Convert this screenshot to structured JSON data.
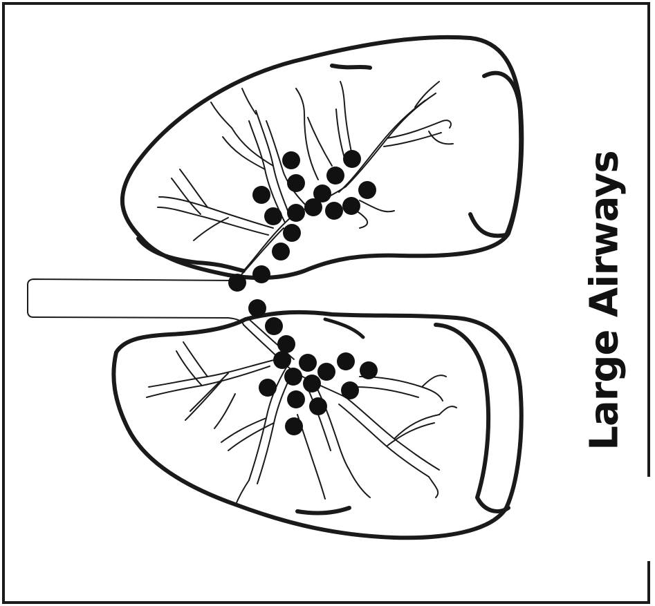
{
  "caption": "Large Airways",
  "colors": {
    "outline": "#1a1a1a",
    "dot": "#111111",
    "background": "#ffffff"
  },
  "figure": {
    "subject": "lungs-with-bronchial-tree",
    "marked_structure": "large-airways"
  }
}
